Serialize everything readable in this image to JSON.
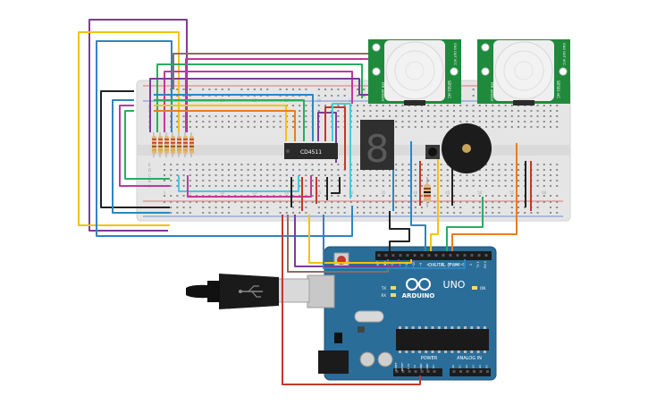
{
  "ic": {
    "label": "CD4511"
  },
  "display": {
    "digit": "8"
  },
  "pir_left": {
    "side_text": "PIR Sensor",
    "bottom_text": "SR501-HC",
    "pin_text": "GND OUT VCC"
  },
  "pir_right": {
    "side_text": "PIR Sensor",
    "bottom_text": "SR501-HC",
    "pin_text": "GND OUT VCC"
  },
  "arduino": {
    "brand": "ARDUINO",
    "model": "UNO",
    "digital_header": "DIGITAL (PWM~)",
    "power_header": "POWER",
    "analog_header": "ANALOG IN",
    "led_tx": "TX",
    "led_rx": "RX",
    "led_on": "ON",
    "digital_pins": [
      "AREF",
      "GND",
      "13",
      "12",
      "~11",
      "~10",
      "~9",
      "8",
      "7",
      "~6",
      "~5",
      "4",
      "~3",
      "2",
      "TX 1",
      "RX 0"
    ],
    "power_pins": [
      "IOREF",
      "RESET",
      "3.3V",
      "5V",
      "GND",
      "GND",
      "Vin"
    ],
    "analog_pins": [
      "A0",
      "A1",
      "A2",
      "A3",
      "A4",
      "A5"
    ]
  },
  "breadboard": {
    "row_letters_top": [
      "J",
      "I",
      "H",
      "G",
      "F"
    ],
    "row_letters_bottom": [
      "E",
      "D",
      "C",
      "B",
      "A"
    ],
    "column_labels": [
      "1",
      "5",
      "10",
      "15",
      "20",
      "25",
      "30",
      "35",
      "40",
      "45",
      "50",
      "55",
      "60"
    ]
  },
  "colors": {
    "breadboard": "#e6e6e6",
    "arduino_blue": "#2a6d99",
    "pir_green": "#1f8a3c",
    "wire_red": "#d32b2b",
    "wire_yellow": "#f1c40f",
    "wire_purple": "#7d3c98",
    "wire_blue": "#2e86c1",
    "wire_green": "#27ae60",
    "wire_orange": "#e67e22",
    "wire_magenta": "#c0399c",
    "wire_brown": "#8d6e63",
    "wire_black": "#222222",
    "wire_cyan": "#48c9e0"
  }
}
